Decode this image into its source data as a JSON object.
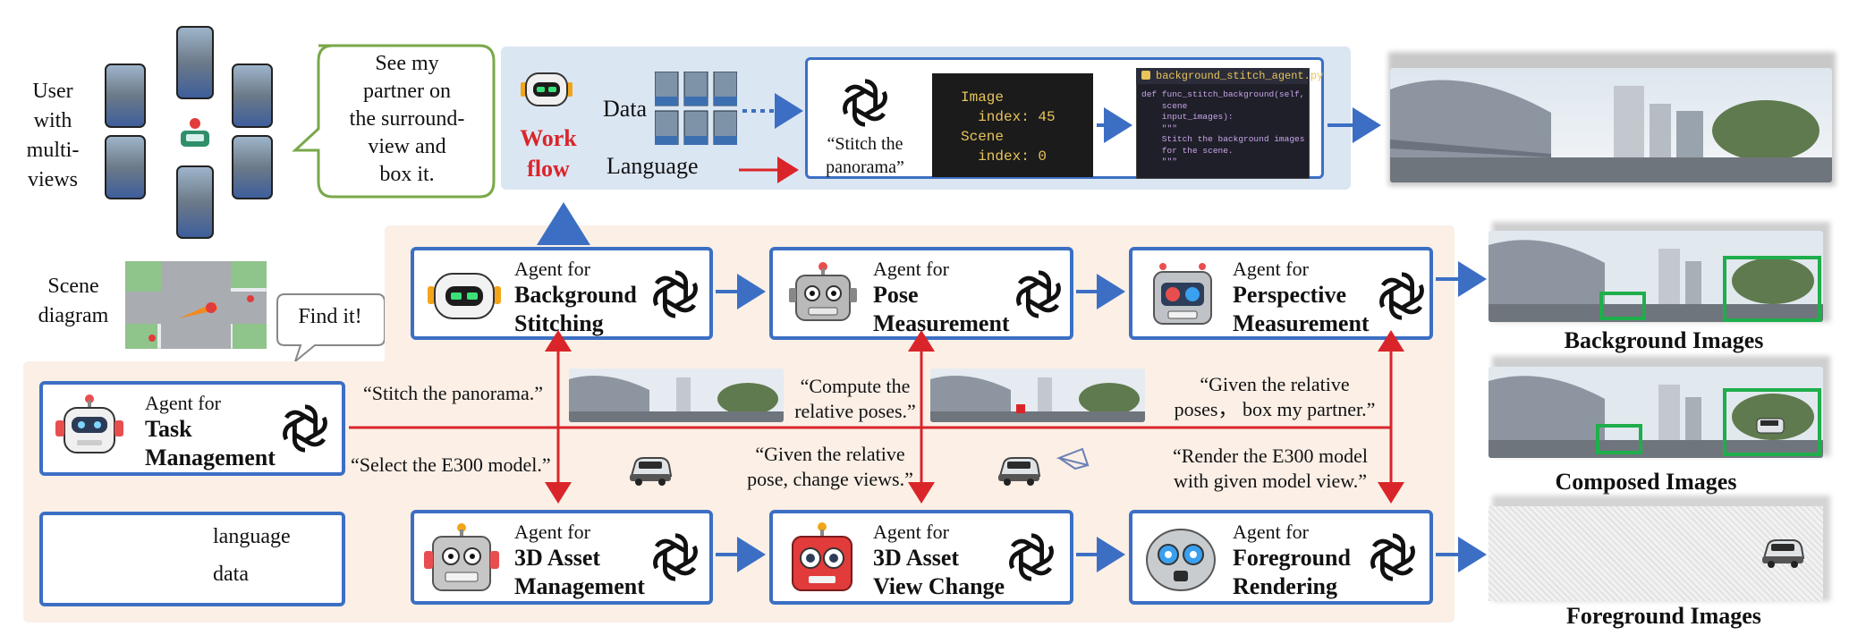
{
  "left": {
    "user_label": "User\nwith\nmulti-\nviews",
    "speech_1": "See my\npartner on\nthe surround-\nview and\nbox it.",
    "scene_label": "Scene\ndiagram",
    "speech_2": "Find it!"
  },
  "workflow": {
    "title": "Work\nflow",
    "data_label": "Data",
    "language_label": "Language",
    "quote": "“Stitch the\npanorama”",
    "code_panel": "Image\n  index: 45\nScene\n  index: 0",
    "code_file": "background_stitch_agent.py",
    "code_body": "def func_stitch_background(self,\n    scene\n    input_images):\n    \"\"\"\n    Stitch the background images\n    for the scene.\n    \"\"\""
  },
  "agents": {
    "background": {
      "line1": "Agent for",
      "line2": "Background\nStitching"
    },
    "pose": {
      "line1": "Agent for",
      "line2": "Pose\nMeasurement"
    },
    "perspective": {
      "line1": "Agent for",
      "line2": "Perspective\nMeasurement"
    },
    "task": {
      "line1": "Agent for",
      "line2": "Task\nManagement"
    },
    "asset_mgmt": {
      "line1": "Agent for",
      "line2": "3D Asset\nManagement"
    },
    "view_change": {
      "line1": "Agent for",
      "line2": "3D Asset\nView Change"
    },
    "render": {
      "line1": "Agent for",
      "line2": "Foreground\nRendering"
    }
  },
  "messages": {
    "m1": "“Stitch the panorama.”",
    "m2": "“Compute the\nrelative poses.”",
    "m3": "“Given the relative\nposes， box my partner.”",
    "m4": "“Select the E300 model.”",
    "m5": "“Given the relative\npose, change views.”",
    "m6": "“Render the E300 model\nwith given model view.”"
  },
  "legend": {
    "language": "language",
    "data": "data"
  },
  "captions": {
    "background": "Background Images",
    "composed": "Composed Images",
    "foreground": "Foreground Images"
  },
  "colors": {
    "language": "#d9252a",
    "data": "#3c6fc4",
    "box": "#1fae4b"
  }
}
